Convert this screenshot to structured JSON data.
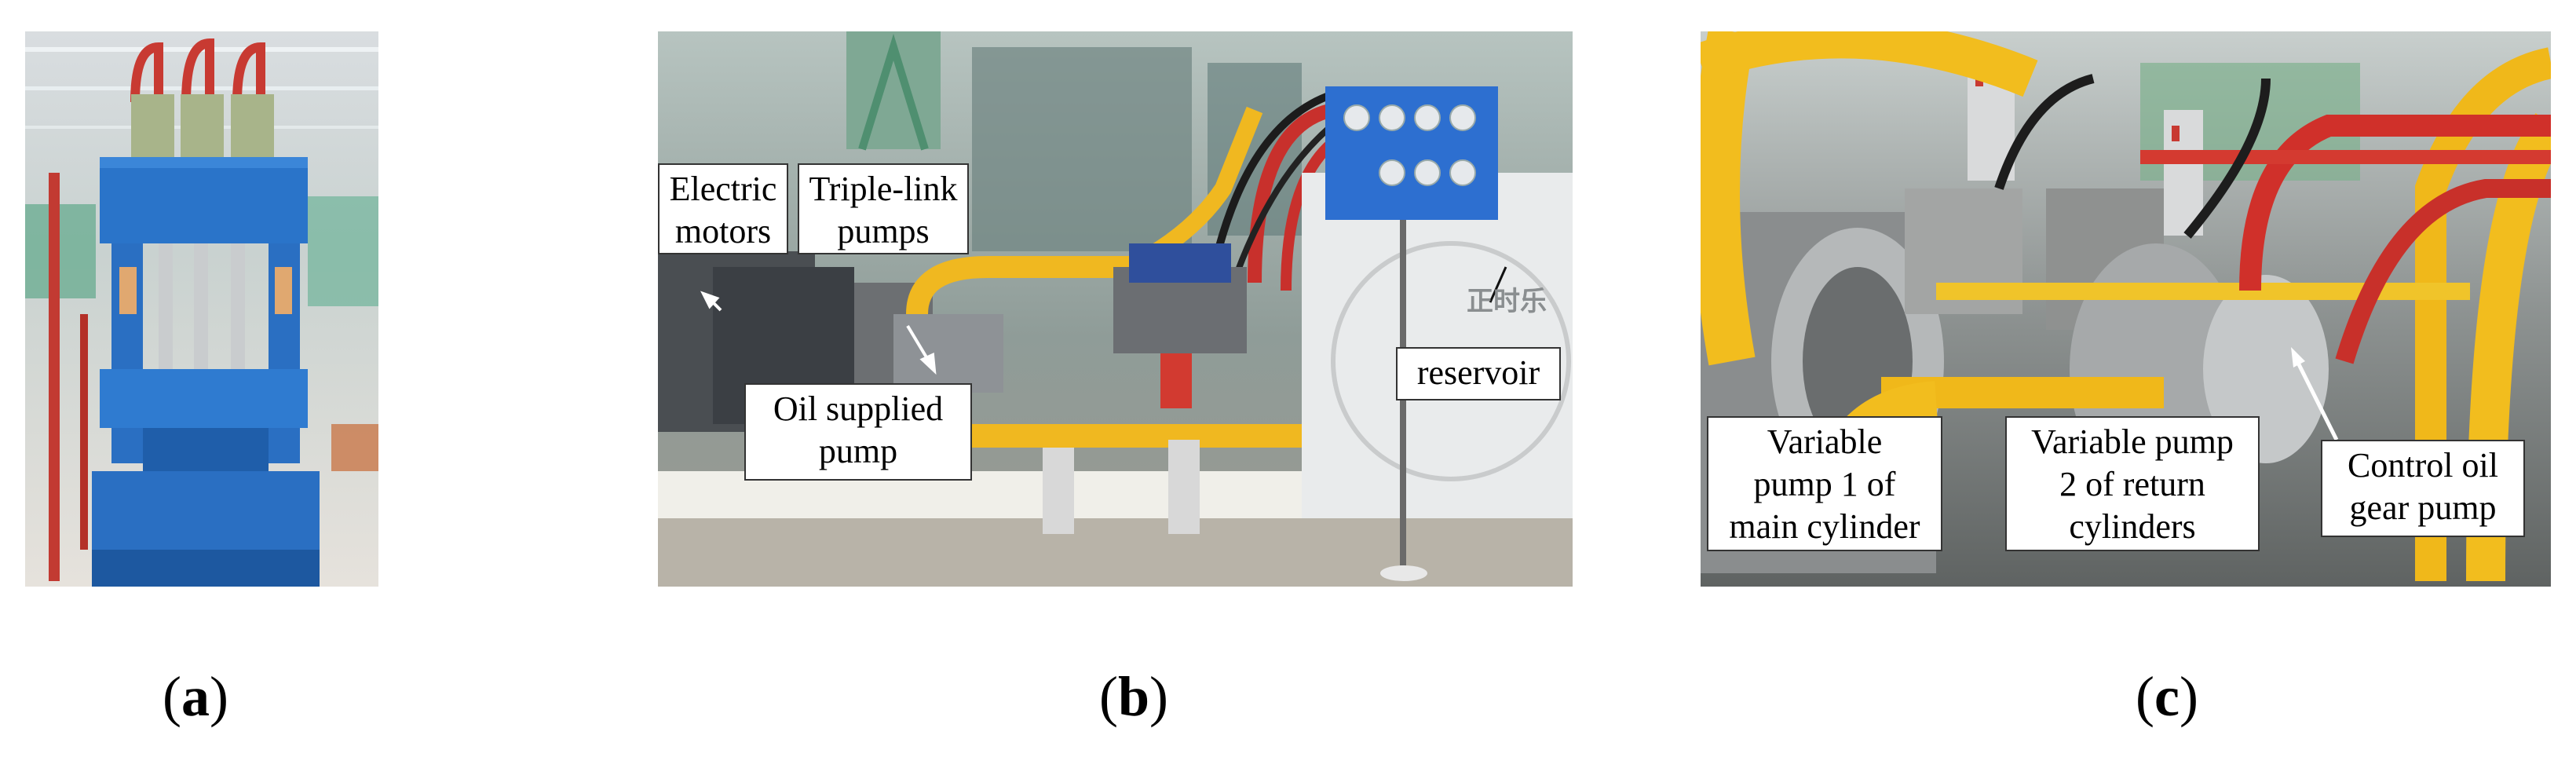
{
  "panels": {
    "a": {
      "caption_open": "(",
      "caption_letter": "a",
      "caption_close": ")"
    },
    "b": {
      "caption_open": "(",
      "caption_letter": "b",
      "caption_close": ")",
      "labels": {
        "electric_motors": [
          "Electric",
          "motors"
        ],
        "triple_link_pumps": [
          "Triple-link",
          "pumps"
        ],
        "oil_supplied_pump": [
          "Oil supplied",
          "pump"
        ],
        "reservoir": [
          "reservoir"
        ]
      },
      "tank_text": "正时乐"
    },
    "c": {
      "caption_open": "(",
      "caption_letter": "c",
      "caption_close": ")",
      "labels": {
        "variable_pump_1": [
          "Variable",
          "pump 1 of",
          "main cylinder"
        ],
        "variable_pump_2": [
          "Variable pump",
          "2 of return",
          "cylinders"
        ],
        "control_oil_gear_pump": [
          "Control oil",
          "gear pump"
        ]
      }
    }
  }
}
